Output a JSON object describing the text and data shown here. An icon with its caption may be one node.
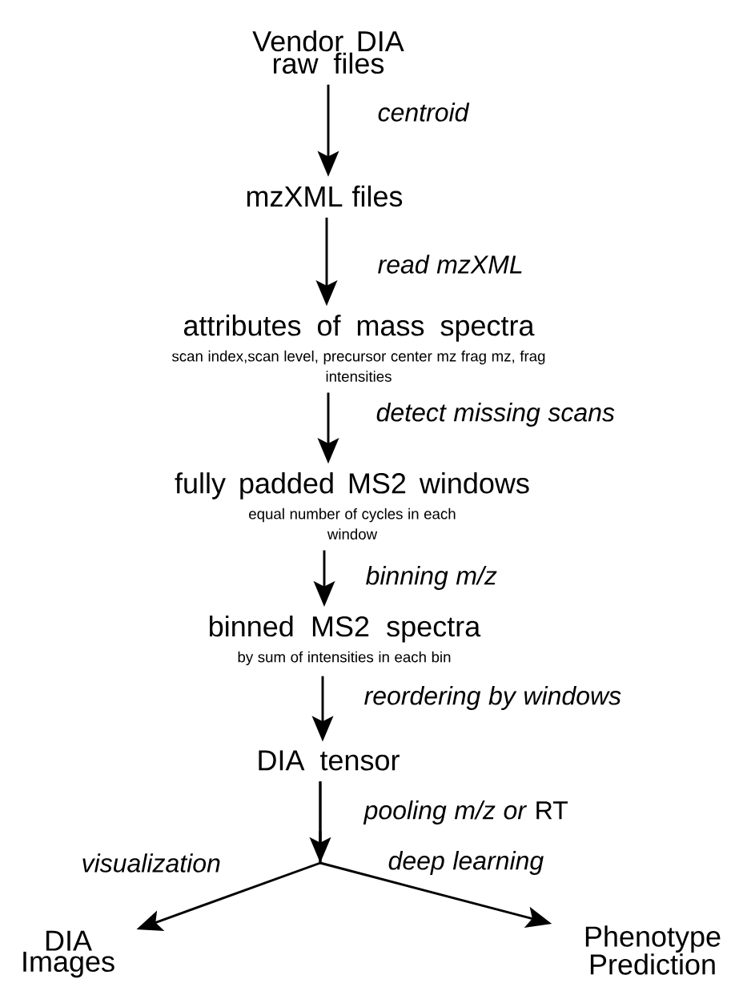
{
  "diagram": {
    "nodes": [
      {
        "text": [
          "Vendor DIA raw files"
        ]
      },
      {
        "text": [
          "mzXML files"
        ]
      },
      {
        "text": [
          "attributes of mass spectra",
          "scan index,scan level, precursor center mz frag mz, frag intensities"
        ]
      },
      {
        "text": [
          "fully padded MS2 windows",
          "equal number of cycles in each window"
        ]
      },
      {
        "text": [
          "binned MS2 spectra",
          "by sum of intensities in each bin"
        ]
      },
      {
        "text": [
          "DIA tensor"
        ]
      },
      {
        "text": [
          "DIA Images"
        ]
      },
      {
        "text": [
          "Phenotype Prediction"
        ]
      }
    ],
    "edges": [
      {
        "from": 0,
        "to": 1,
        "arrow": "to",
        "label": "centroid"
      },
      {
        "from": 1,
        "to": 2,
        "arrow": "to",
        "label": "read mzXML"
      },
      {
        "from": 2,
        "to": 3,
        "arrow": "to",
        "label": "detect missing scans"
      },
      {
        "from": 3,
        "to": 4,
        "arrow": "to",
        "label": "binning m/z"
      },
      {
        "from": 4,
        "to": 5,
        "arrow": "to",
        "label": "reordering by windows"
      },
      {
        "from": 5,
        "to": 6,
        "arrow": "to",
        "label": "visualization"
      },
      {
        "from": 5,
        "to": 7,
        "arrow": "to",
        "label": "deep learning"
      }
    ],
    "labels": [
      "*pooling m/z or* RT"
    ]
  }
}
